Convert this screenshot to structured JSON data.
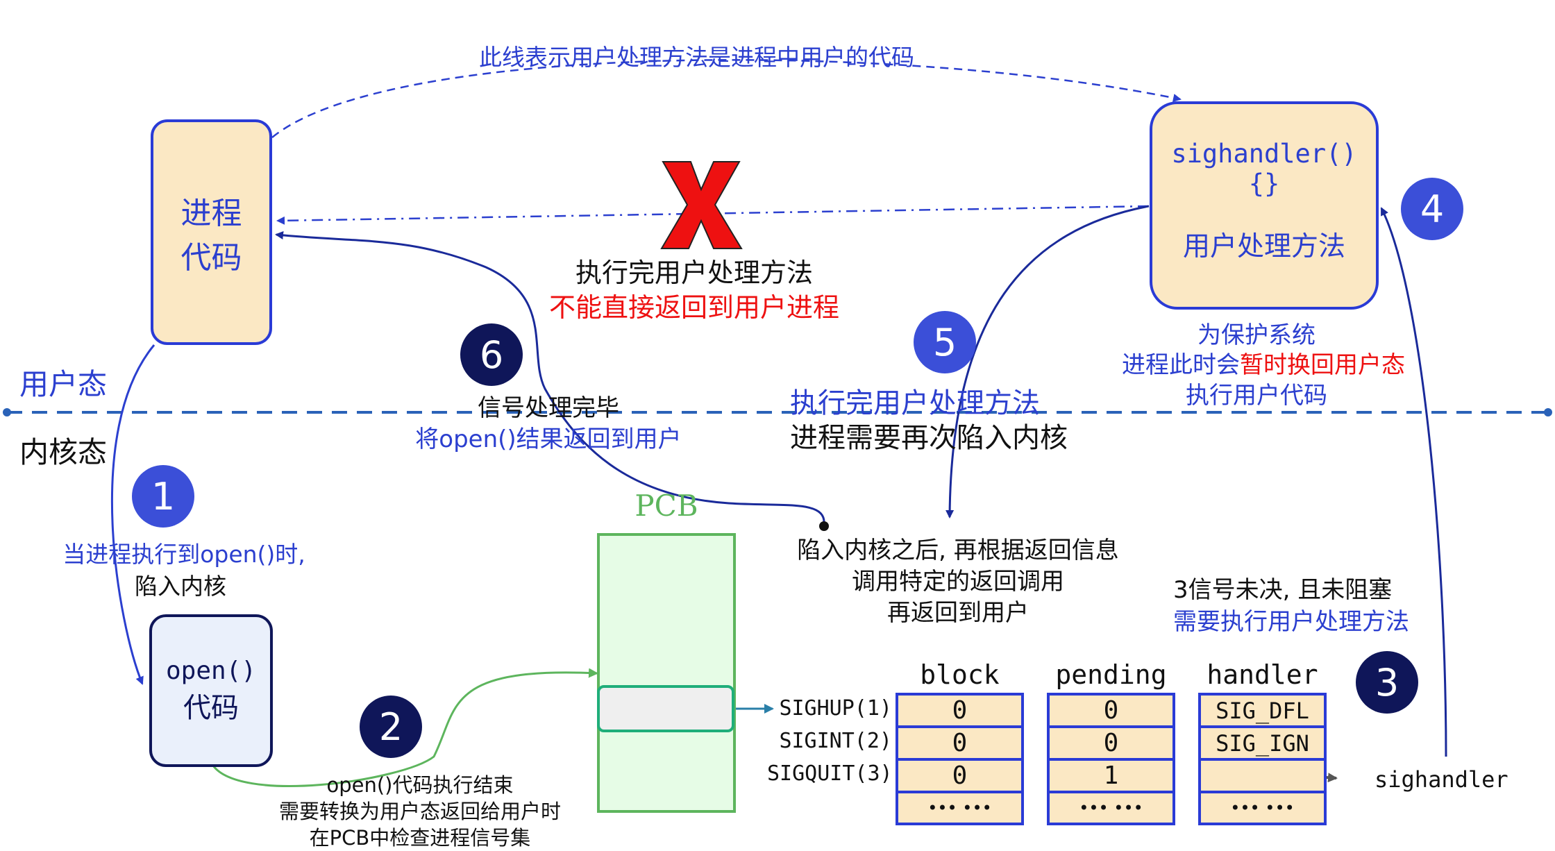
{
  "top_note": "此线表示用户处理方法是进程中用户的代码",
  "process_code": [
    "进程",
    "代码"
  ],
  "sighandler": {
    "func": "sighandler()",
    "braces": "{}",
    "label": "用户处理方法"
  },
  "cross_text": {
    "line1": "执行完用户处理方法",
    "line2": "不能直接返回到用户进程"
  },
  "user_mode_label": "用户态",
  "kernel_mode_label": "内核态",
  "protect_note": {
    "line1": "为保护系统",
    "line2_prefix": "进程此时会",
    "line2_red": "暂时换回用户态",
    "line3": "执行用户代码"
  },
  "steps": {
    "s1": "1",
    "s2": "2",
    "s3": "3",
    "s4": "4",
    "s5": "5",
    "s6": "6"
  },
  "step6_text": {
    "line1": "信号处理完毕",
    "line2": "将open()结果返回到用户"
  },
  "step5_text": {
    "line1": "执行完用户处理方法",
    "line2": "进程需要再次陷入内核"
  },
  "step1_text": {
    "line1": "当进程执行到open()时,",
    "line2": "陷入内核"
  },
  "open_code": [
    "open()",
    "代码"
  ],
  "step2_text": {
    "line1": "open()代码执行结束",
    "line2": "需要转换为用户态返回给用户时",
    "line3": "在PCB中检查进程信号集"
  },
  "pcb_label": "PCB",
  "kernel_return_text": {
    "line1": "陷入内核之后, 再根据返回信息",
    "line2": "调用特定的返回调用",
    "line3": "再返回到用户"
  },
  "step3_text": {
    "line1": "3信号未决, 且未阻塞",
    "line2": "需要执行用户处理方法"
  },
  "table": {
    "headers": [
      "block",
      "pending",
      "handler"
    ],
    "rows": [
      {
        "label": "SIGHUP(1)",
        "block": "0",
        "pending": "0",
        "handler": "SIG_DFL"
      },
      {
        "label": "SIGINT(2)",
        "block": "0",
        "pending": "0",
        "handler": "SIG_IGN"
      },
      {
        "label": "SIGQUIT(3)",
        "block": "0",
        "pending": "1",
        "handler": ""
      },
      {
        "label": "",
        "block": "••• •••",
        "pending": "••• •••",
        "handler": "••• •••"
      }
    ]
  },
  "sighandler_ref": "sighandler",
  "colors": {
    "blue_text": "#2b3fcf",
    "red": "#ee1111",
    "box_fill": "#fbe8c4",
    "box_border": "#2a3bd6",
    "pcb_green": "#5db55d",
    "circle_blue": "#3b4fd8",
    "circle_navy": "#0f1659"
  }
}
